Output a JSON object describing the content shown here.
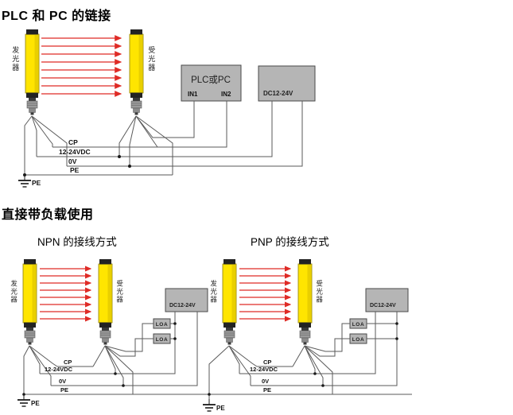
{
  "sections": {
    "plc": {
      "title": "PLC 和 PC 的链接"
    },
    "load": {
      "title": "直接带负载使用",
      "npn_subtitle": "NPN 的接线方式",
      "pnp_subtitle": "PNP 的接线方式"
    }
  },
  "device_labels": {
    "emitter": "发光器",
    "receiver": "受光器"
  },
  "boxes": {
    "plc": "PLC或PC",
    "in1": "IN1",
    "in2": "IN2",
    "power": "DC12-24V",
    "load": "LOA"
  },
  "bus": {
    "cp": "CP",
    "vdc": "12-24VDC",
    "zero": "0V",
    "pe": "PE"
  },
  "ground_label": "PE",
  "colors": {
    "tower_yellow": "#ffe500",
    "tower_edge": "#9a8a10",
    "beam_red": "#df2b26",
    "box_gray": "#b5b5b5",
    "wire_gray": "#5a5a5a"
  }
}
